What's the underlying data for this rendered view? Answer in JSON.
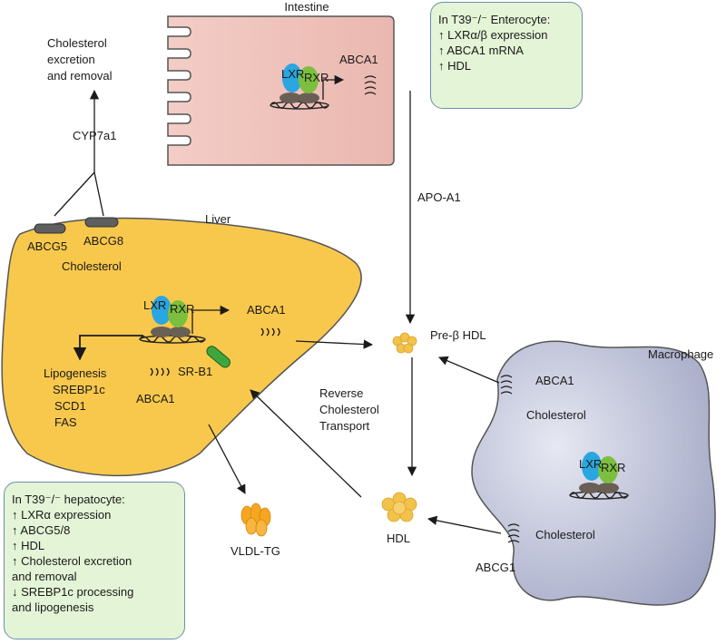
{
  "organs": {
    "intestine": "Intestine",
    "liver": "Liver",
    "macrophage": "Macrophage"
  },
  "transcription": {
    "lxr": "LXR",
    "rxr": "RXR"
  },
  "labels": {
    "cholesterol_excretion": [
      "Cholesterol",
      "excretion",
      "and removal"
    ],
    "cyp7a1": "CYP7a1",
    "abcg5": "ABCG5",
    "abcg8": "ABCG8",
    "liver_cholesterol": "Cholesterol",
    "abca1_intestine": "ABCA1",
    "abca1_liver_right": "ABCA1",
    "abca1_liver_bottom": "ABCA1",
    "abca1_macrophage": "ABCA1",
    "abcg1": "ABCG1",
    "sr_b1": "SR-B1",
    "apo_a1": "APO-A1",
    "pre_beta_hdl": "Pre-β HDL",
    "hdl": "HDL",
    "vldl_tg": "VLDL-TG",
    "reverse_transport": [
      "Reverse",
      "Cholesterol",
      "Transport"
    ],
    "lipogenesis": [
      "Lipogenesis",
      "SREBP1c",
      "SCD1",
      "FAS"
    ],
    "mac_cholesterol_top": "Cholesterol",
    "mac_cholesterol_bottom": "Cholesterol"
  },
  "notes": {
    "enterocyte": {
      "title": "In T39⁻/⁻ Enterocyte:",
      "lines": [
        "↑ LXRα/β expression",
        "↑ ABCA1 mRNA",
        "↑ HDL"
      ]
    },
    "hepatocyte": {
      "title": "In T39⁻/⁻ hepatocyte:",
      "lines": [
        "↑ LXRα expression",
        "↑ ABCG5/8",
        "↑ HDL",
        "↑ Cholesterol excretion",
        "and removal",
        "↓ SREBP1c processing",
        "and lipogenesis"
      ]
    }
  },
  "colors": {
    "intestine_fill": "#f0c4bd",
    "liver_fill": "#f8c84c",
    "macrophage_fill": "#b8bcd4",
    "lxr": "#2aa6e0",
    "rxr": "#7cbf3f",
    "transporter_gray": "#5f5f5f",
    "srb1": "#3ea63e",
    "note_fill": "#e4f4d6",
    "note_border": "#6b8fb0",
    "hdl_particle": "#f2c24a",
    "vldl_particle": "#f5a623"
  }
}
